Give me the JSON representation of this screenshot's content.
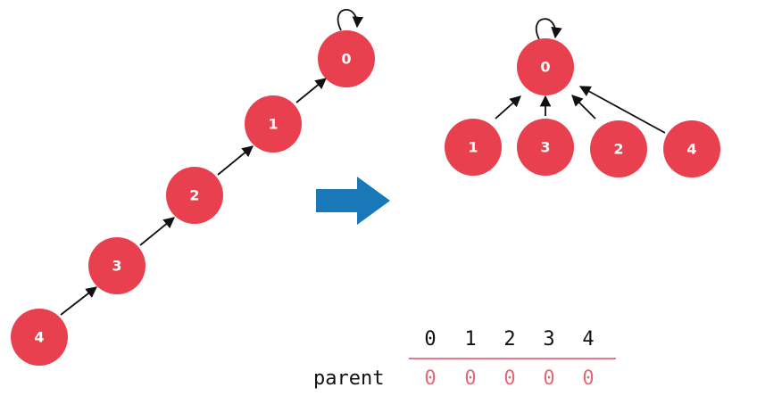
{
  "colors": {
    "node": "#e8404e",
    "arrow": "#1a78b8",
    "parent_value": "#e06b78",
    "divider": "#d8506a"
  },
  "chain": {
    "nodes": [
      {
        "id": "0",
        "label": "0"
      },
      {
        "id": "1",
        "label": "1"
      },
      {
        "id": "2",
        "label": "2"
      },
      {
        "id": "3",
        "label": "3"
      },
      {
        "id": "4",
        "label": "4"
      }
    ],
    "edges": [
      {
        "from": "4",
        "to": "3"
      },
      {
        "from": "3",
        "to": "2"
      },
      {
        "from": "2",
        "to": "1"
      },
      {
        "from": "1",
        "to": "0"
      }
    ],
    "self_loop": "0"
  },
  "transform_arrow": {
    "icon": "right-arrow-icon"
  },
  "tree": {
    "root": {
      "id": "0",
      "label": "0"
    },
    "children": [
      {
        "id": "1",
        "label": "1"
      },
      {
        "id": "3",
        "label": "3"
      },
      {
        "id": "2",
        "label": "2"
      },
      {
        "id": "4",
        "label": "4"
      }
    ],
    "self_loop": "0"
  },
  "parent_table": {
    "row_label": "parent",
    "indices": [
      "0",
      "1",
      "2",
      "3",
      "4"
    ],
    "values": [
      "0",
      "0",
      "0",
      "0",
      "0"
    ]
  }
}
